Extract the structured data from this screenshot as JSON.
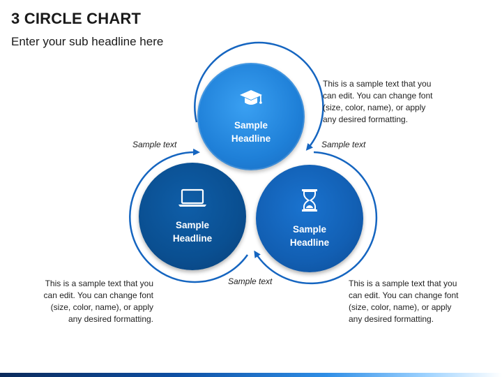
{
  "header": {
    "title": "3 CIRCLE CHART",
    "subtitle": "Enter your sub headline here"
  },
  "circles": [
    {
      "id": "top",
      "icon": "graduation-cap-icon",
      "label_line1": "Sample",
      "label_line2": "Headline",
      "color": "#1f80d8"
    },
    {
      "id": "left",
      "icon": "laptop-icon",
      "label_line1": "Sample",
      "label_line2": "Headline",
      "color": "#0a4f91"
    },
    {
      "id": "right",
      "icon": "hourglass-icon",
      "label_line1": "Sample",
      "label_line2": "Headline",
      "color": "#125fb3"
    }
  ],
  "captions": {
    "top_left": "Sample text",
    "top_right": "Sample text",
    "bottom": "Sample text"
  },
  "notes": {
    "top_right": [
      "This is a sample text that you",
      "can edit. You can change font",
      "(size, color, name), or apply",
      "any desired formatting."
    ],
    "bottom_left": [
      "This is a sample text that you",
      "can edit. You can change font",
      "(size, color, name), or apply",
      "any desired formatting."
    ],
    "bottom_right": [
      "This is a sample text that you",
      "can edit. You can change font",
      "(size, color, name), or apply",
      "any desired formatting."
    ]
  },
  "colors": {
    "arrow": "#1565c0",
    "accent_light": "#2f8ee6",
    "accent_dark": "#0b2a5b"
  }
}
